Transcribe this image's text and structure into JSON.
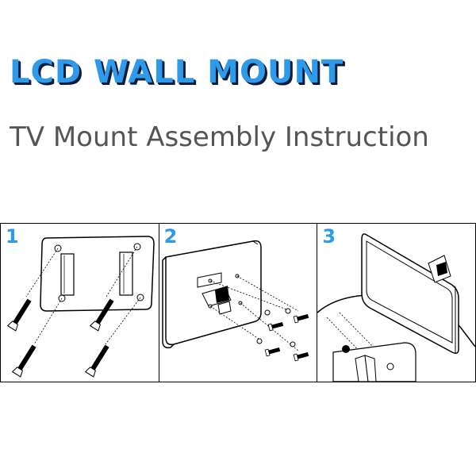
{
  "header": {
    "title": "LCD WALL MOUNT",
    "subtitle": "TV Mount Assembly Instruction"
  },
  "steps": [
    {
      "number": "1"
    },
    {
      "number": "2"
    },
    {
      "number": "3"
    }
  ],
  "colors": {
    "accent": "#2f9ae9",
    "title_shadow": "#0b1d3a",
    "subtitle": "#555555",
    "line": "#000000"
  }
}
